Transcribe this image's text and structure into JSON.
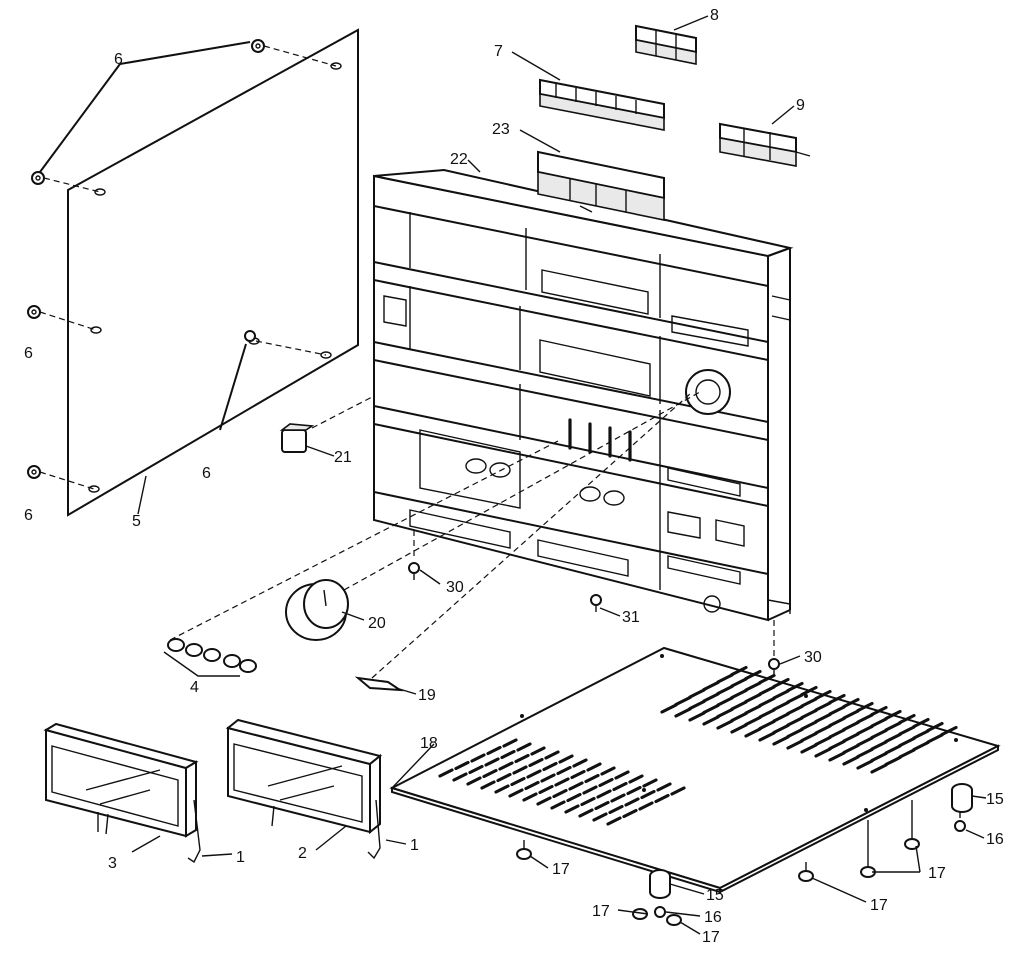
{
  "diagram": {
    "callouts": {
      "c1a": "1",
      "c1b": "1",
      "c2": "2",
      "c3": "3",
      "c4": "4",
      "c5": "5",
      "c6a": "6",
      "c6b": "6",
      "c6c": "6",
      "c6d": "6",
      "c7": "7",
      "c8": "8",
      "c9": "9",
      "c15a": "15",
      "c15b": "15",
      "c16a": "16",
      "c16b": "16",
      "c17a": "17",
      "c17b": "17",
      "c17c": "17",
      "c17d": "17",
      "c17e": "17",
      "c18": "18",
      "c19": "19",
      "c20": "20",
      "c21": "21",
      "c22": "22",
      "c23": "23",
      "c30a": "30",
      "c30b": "30",
      "c31": "31"
    }
  }
}
